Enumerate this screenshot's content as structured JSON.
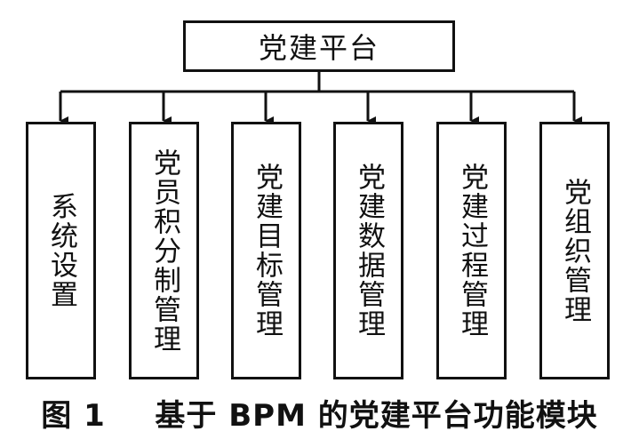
{
  "root": {
    "label": "党建平台"
  },
  "modules": [
    {
      "label": "系统设置"
    },
    {
      "label": "党员积分制管理"
    },
    {
      "label": "党建目标管理"
    },
    {
      "label": "党建数据管理"
    },
    {
      "label": "党建过程管理"
    },
    {
      "label": "党组织管理"
    }
  ],
  "caption": {
    "figure_no": "图 1",
    "title": "基于 BPM 的党建平台功能模块"
  }
}
